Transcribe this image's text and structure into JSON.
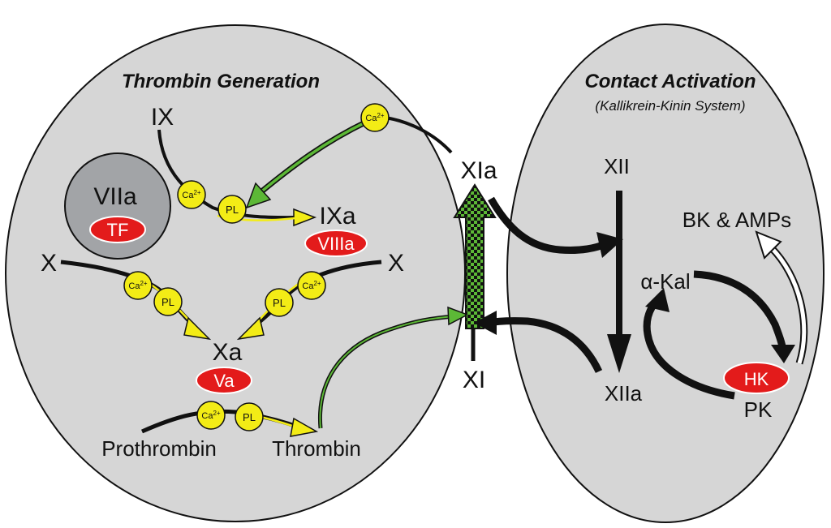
{
  "sections": {
    "thrombin_title": "Thrombin Generation",
    "contact_title": "Contact Activation",
    "contact_subtitle": "(Kallikrein-Kinin System)"
  },
  "factors": {
    "ix": "IX",
    "ixa": "IXa",
    "viia": "VIIa",
    "x_left": "X",
    "x_right": "X",
    "xa": "Xa",
    "prothrombin": "Prothrombin",
    "thrombin": "Thrombin",
    "xia": "XIa",
    "xi": "XI",
    "xii": "XII",
    "xiia": "XIIa",
    "alpha_kal": "α-Kal",
    "pk": "PK",
    "bk_amps": "BK & AMPs"
  },
  "cofactors": {
    "tf": "TF",
    "viiia": "VIIIa",
    "va": "Va",
    "hk": "HK"
  },
  "ions": {
    "ca": "Ca",
    "ca_sup": "2+",
    "pl": "PL"
  },
  "colors": {
    "ellipse_fill": "#d6d6d6",
    "viia_fill": "#a2a4a7",
    "pill_red": "#e31b1b",
    "node_yellow": "#f3ec16",
    "arrow_green": "#5cb836",
    "arrow_black": "#111111"
  }
}
